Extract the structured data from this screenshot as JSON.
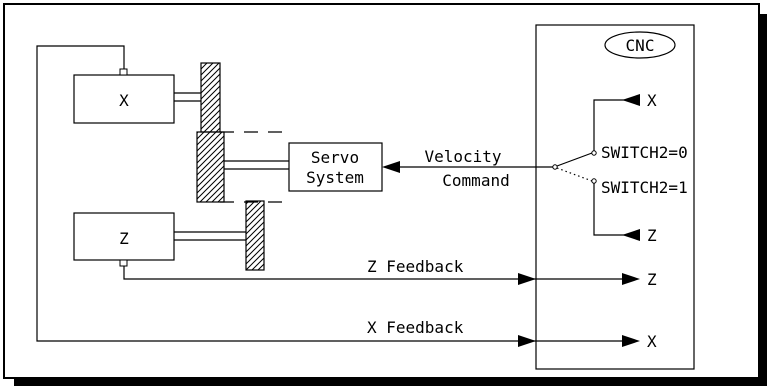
{
  "cnc": {
    "title": "CNC"
  },
  "axes": {
    "x": "X",
    "z": "Z"
  },
  "servo": {
    "line1": "Servo",
    "line2": "System"
  },
  "velocity": {
    "line1": "Velocity",
    "line2": "Command"
  },
  "switch": {
    "state0": "SWITCH2=0",
    "state1": "SWITCH2=1"
  },
  "outputs": {
    "x": "X",
    "z": "Z"
  },
  "feedback": {
    "z_label": "Z Feedback",
    "z_out": "Z",
    "x_label": "X Feedback",
    "x_out": "X"
  }
}
